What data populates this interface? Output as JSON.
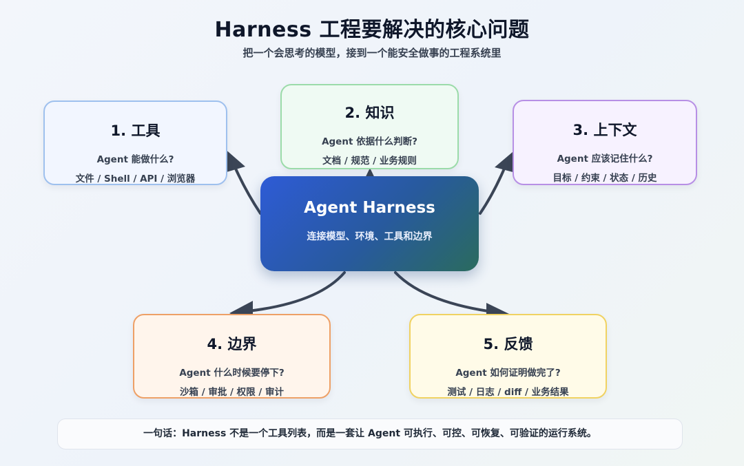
{
  "header": {
    "title": "Harness 工程要解决的核心问题",
    "subtitle": "把一个会思考的模型，接到一个能安全做事的工程系统里"
  },
  "center": {
    "title": "Agent Harness",
    "subtitle": "连接模型、环境、工具和边界"
  },
  "nodes": [
    {
      "title": "1. 工具",
      "question": "Agent 能做什么?",
      "items": "文件 / Shell / API / 浏览器"
    },
    {
      "title": "2. 知识",
      "question": "Agent 依据什么判断?",
      "items": "文档 / 规范 / 业务规则"
    },
    {
      "title": "3. 上下文",
      "question": "Agent 应该记住什么?",
      "items": "目标 / 约束 / 状态 / 历史"
    },
    {
      "title": "4. 边界",
      "question": "Agent 什么时候要停下?",
      "items": "沙箱 / 审批 / 权限 / 审计"
    },
    {
      "title": "5. 反馈",
      "question": "Agent 如何证明做完了?",
      "items": "测试 / 日志 / diff / 业务结果"
    }
  ],
  "footer": {
    "summary": "一句话：Harness 不是一个工具列表，而是一套让 Agent 可执行、可控、可恢复、可验证的运行系统。"
  },
  "colors": {
    "arrow": "#3b4556",
    "center_gradient": [
      "#2e5bd6",
      "#285a9d",
      "#2a6b5e"
    ],
    "tools_border": "#9ec0ee",
    "knowledge_border": "#9bdba9",
    "context_border": "#b78fe5",
    "bounds_border": "#eea066",
    "feedback_border": "#f0d261"
  }
}
